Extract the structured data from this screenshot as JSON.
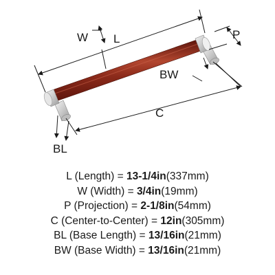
{
  "diagram": {
    "labels": {
      "L": "L",
      "W": "W",
      "P": "P",
      "BW": "BW",
      "C": "C",
      "BL": "BL"
    },
    "colors": {
      "bar_wood": "#8b2a1a",
      "bar_highlight": "#b2462f",
      "bar_shadow": "#5e150c",
      "chrome": "#d8d8d8",
      "line": "#1a1a1a"
    }
  },
  "specs": [
    {
      "abbr": "L",
      "desc": "(Length)",
      "eq": "=",
      "value": "13-1/4in",
      "metric": "(337mm)"
    },
    {
      "abbr": "W",
      "desc": "(Width)",
      "eq": "=",
      "value": "3/4in",
      "metric": "(19mm)"
    },
    {
      "abbr": "P",
      "desc": "(Projection)",
      "eq": "=",
      "value": "2-1/8in",
      "metric": "(54mm)"
    },
    {
      "abbr": "C",
      "desc": "(Center-to-Center)",
      "eq": "=",
      "value": "12in",
      "metric": "(305mm)"
    },
    {
      "abbr": "BL",
      "desc": "(Base Length)",
      "eq": "=",
      "value": "13/16in",
      "metric": "(21mm)"
    },
    {
      "abbr": "BW",
      "desc": "(Base Width)",
      "eq": "=",
      "value": "13/16in",
      "metric": "(21mm)"
    }
  ]
}
